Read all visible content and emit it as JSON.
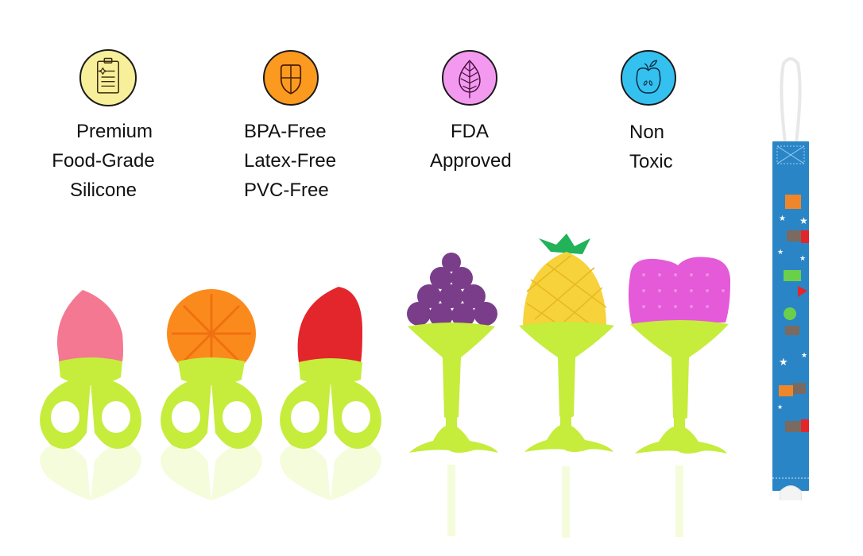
{
  "features": [
    {
      "icon": "clipboard-icon",
      "color": "#f8ef9a",
      "lines": [
        "Premium",
        "Food-Grade",
        "Silicone"
      ]
    },
    {
      "icon": "shield-icon",
      "color": "#fb9a1f",
      "lines": [
        "BPA-Free",
        "Latex-Free",
        "PVC-Free"
      ]
    },
    {
      "icon": "leaf-icon",
      "color": "#f39af0",
      "lines": [
        "FDA",
        "Approved"
      ]
    },
    {
      "icon": "apple-icon",
      "color": "#35c1f0",
      "lines": [
        "Non",
        "Toxic"
      ]
    }
  ],
  "products": {
    "ring_teethers": [
      {
        "fruit": "peach",
        "color": "#f47891"
      },
      {
        "fruit": "orange",
        "color": "#fb8a1c"
      },
      {
        "fruit": "strawberry",
        "color": "#e3262b"
      }
    ],
    "stand_teethers": [
      {
        "fruit": "grape",
        "color": "#7a3d8a"
      },
      {
        "fruit": "pineapple",
        "color": "#f7d23a"
      },
      {
        "fruit": "apple",
        "color": "#e45ad8"
      }
    ],
    "handle_color": "#c6ec3c",
    "pacifier_clip": {
      "strap_color": "#2a85c6",
      "pattern": "robots-and-stars",
      "clip_color": "#f4f4f4"
    }
  }
}
